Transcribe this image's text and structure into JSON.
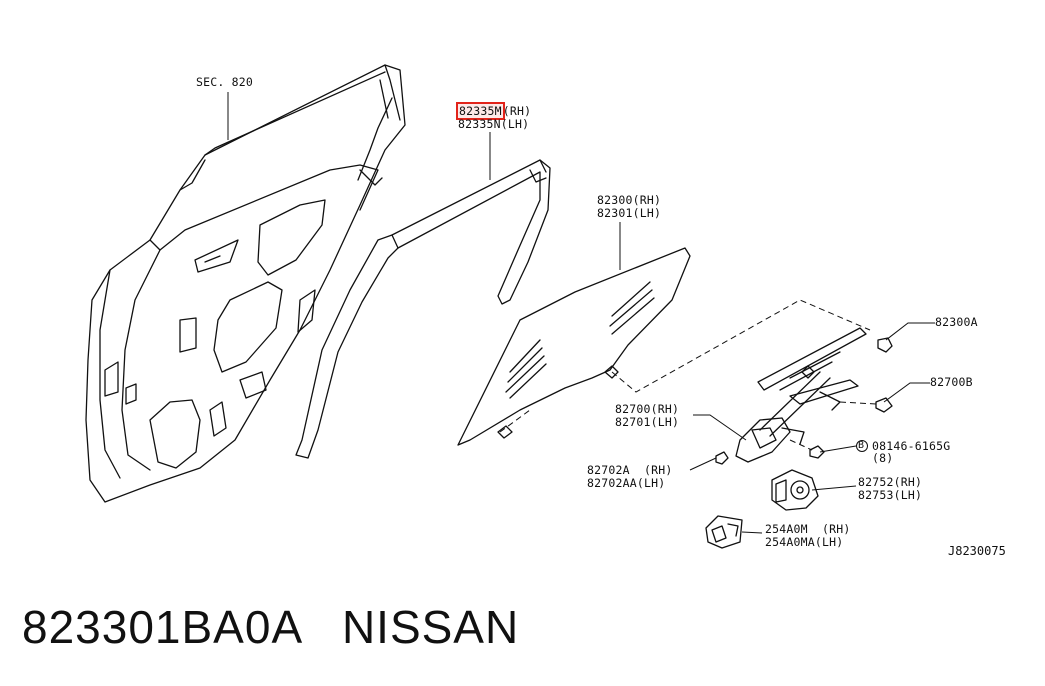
{
  "labels": {
    "sec": "SEC. 820",
    "seal_rh": "82335M",
    "seal_rh_suffix": "(RH)",
    "seal_lh": "82335N(LH)",
    "glass_rh": "82300(RH)",
    "glass_lh": "82301(LH)",
    "clip": "82300A",
    "regulator_nut": "82700B",
    "regulator_rh": "82700(RH)",
    "regulator_lh": "82701(LH)",
    "bolt_code": "08146-6165G",
    "bolt_qty": "(8)",
    "bolt_mark": "B",
    "grommet_rh": "82702A  (RH)",
    "grommet_lh": "82702AA(LH)",
    "motor_rh": "82752(RH)",
    "motor_lh": "82753(LH)",
    "switch_rh": "254A0M  (RH)",
    "switch_lh": "254A0MA(LH)"
  },
  "diagram_code": "J8230075",
  "caption": {
    "part_number": "823301BA0A",
    "brand": "NISSAN"
  },
  "colors": {
    "line": "#111111",
    "highlight": "#e2231a"
  }
}
